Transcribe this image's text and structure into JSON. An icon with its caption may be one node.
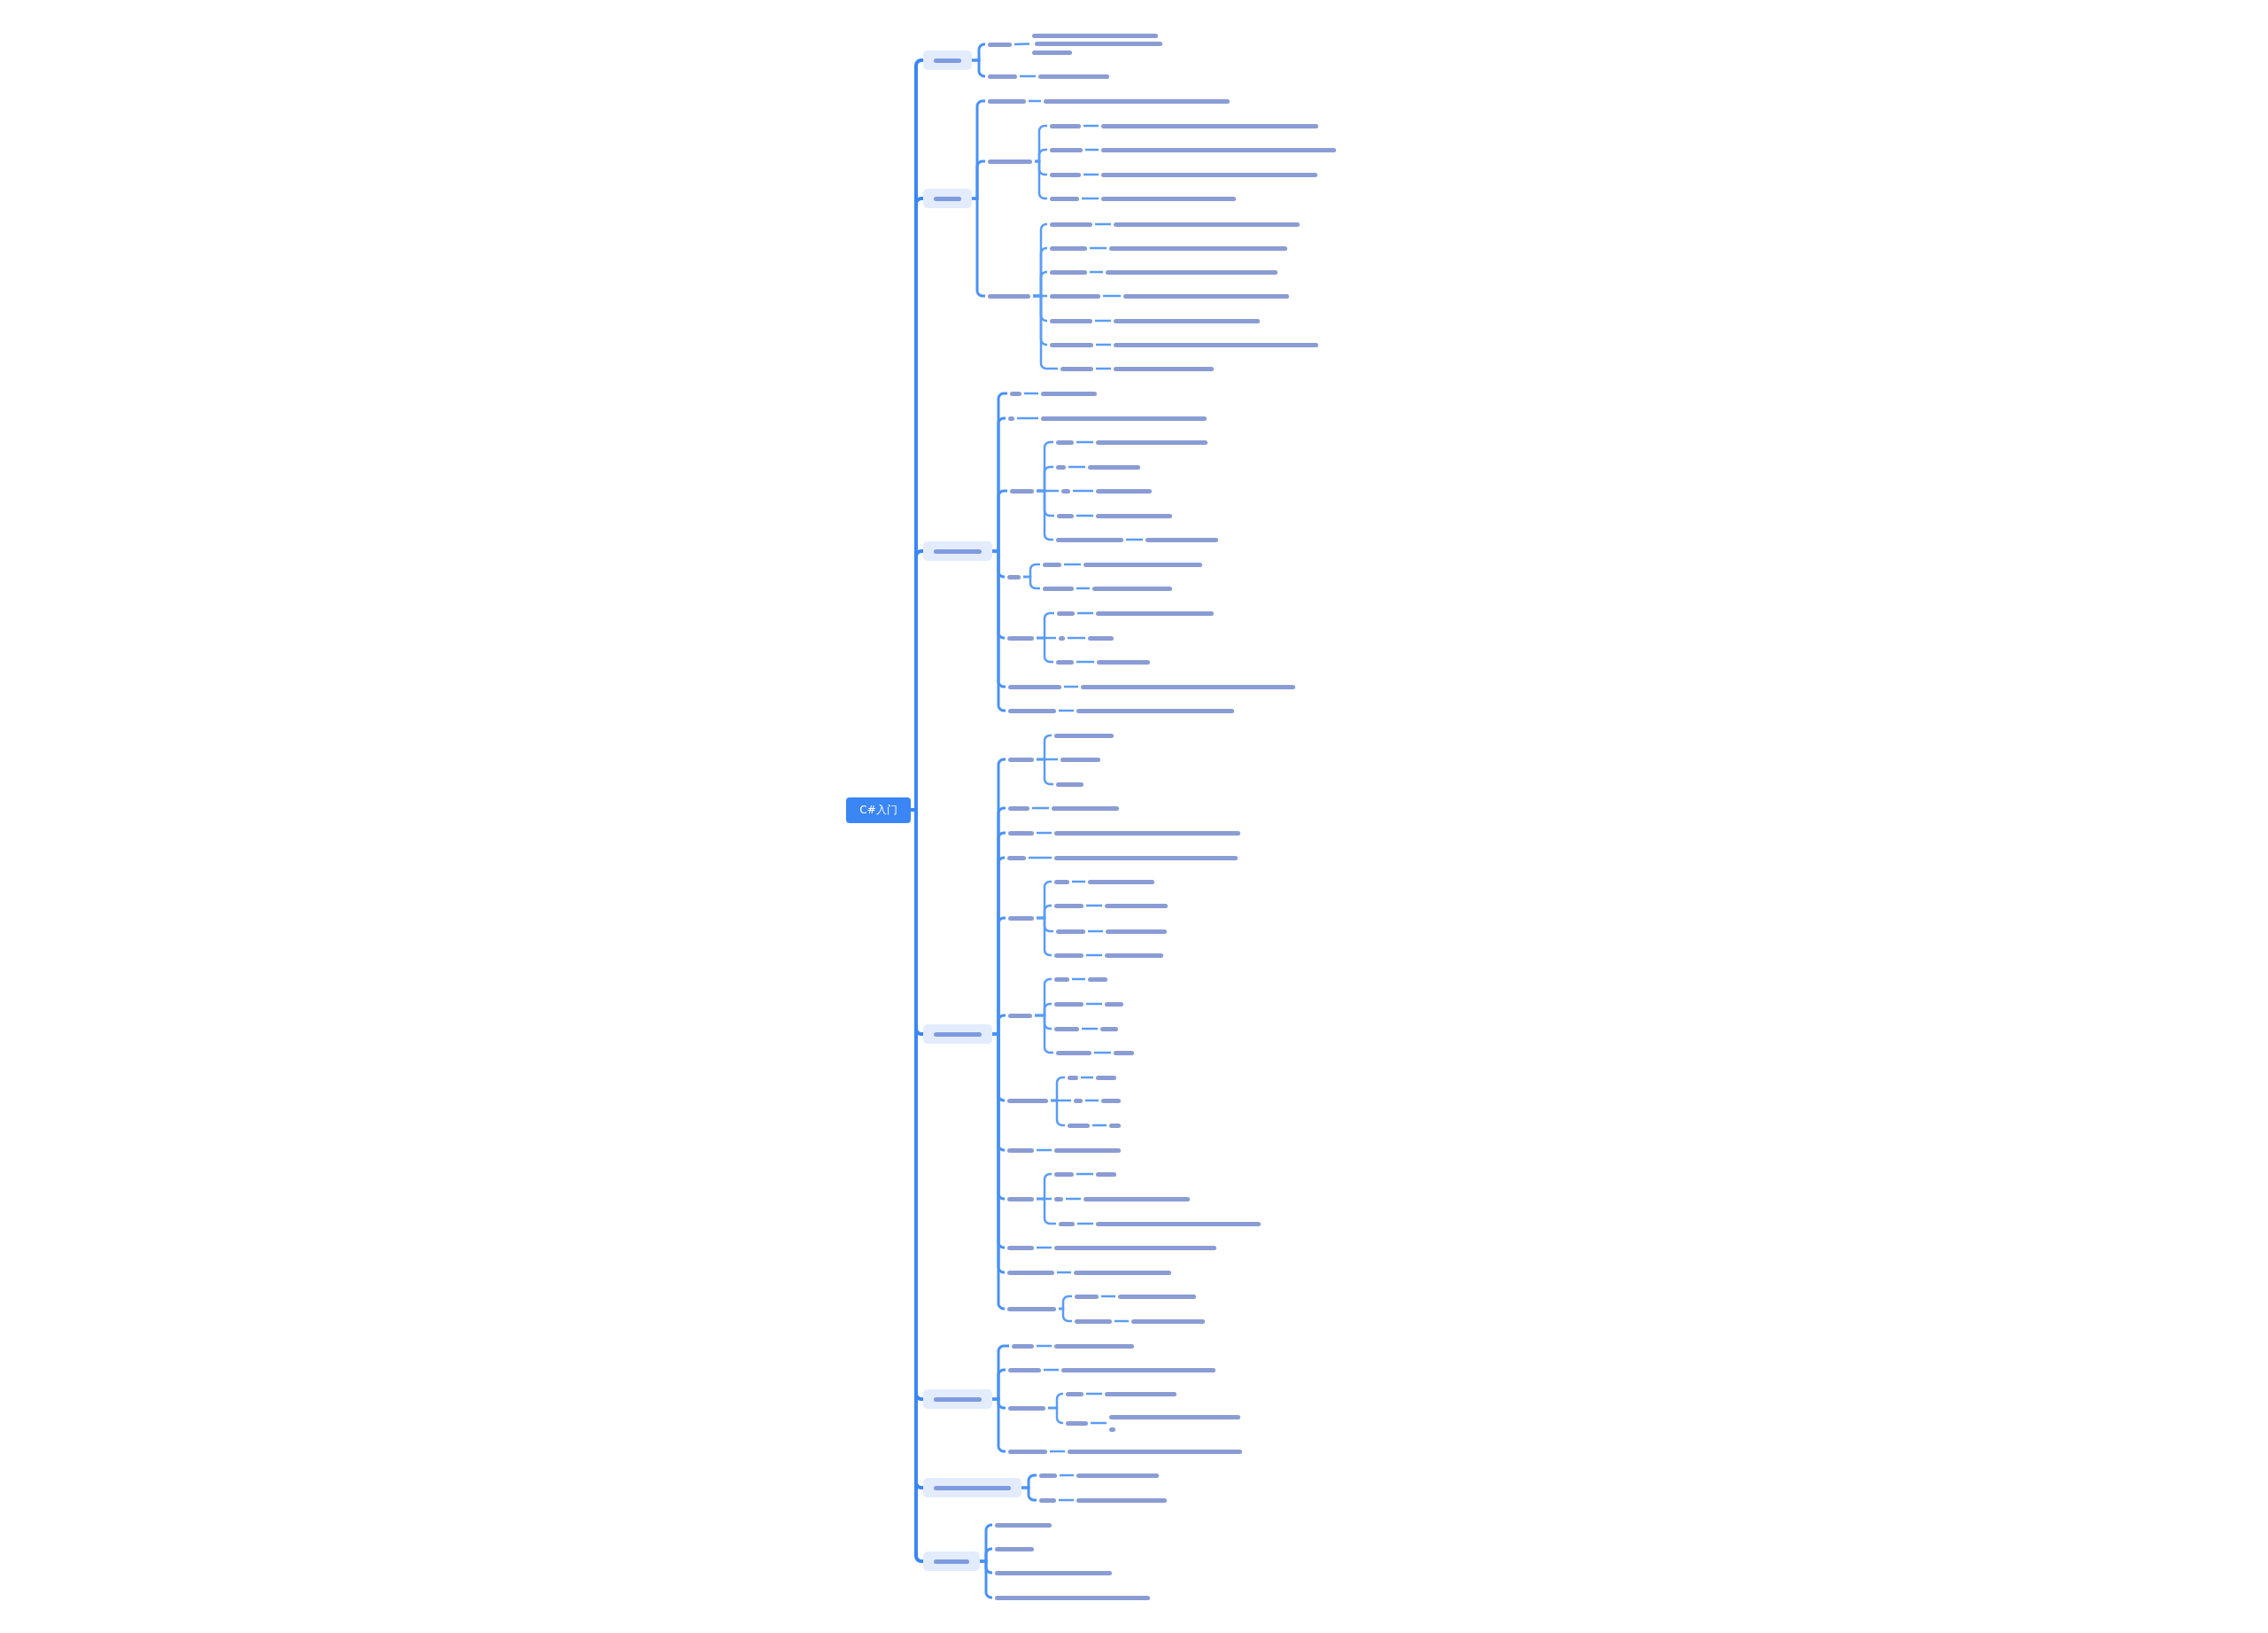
{
  "diagram": {
    "nodes": [
      {
        "text": [
          "C#入门"
        ]
      },
      {
        "text": [],
        "shape": "box"
      },
      {
        "text": [],
        "shape": "bar"
      },
      {
        "text": [],
        "shape": "bar"
      },
      {
        "text": [],
        "shape": "bar"
      },
      {
        "text": [],
        "shape": "bar"
      },
      {
        "text": [],
        "shape": "box"
      },
      {
        "text": [],
        "shape": "bar"
      },
      {
        "text": [],
        "shape": "bar"
      },
      {
        "text": [],
        "shape": "bar"
      },
      {
        "text": [],
        "shape": "bar"
      },
      {
        "text": [],
        "shape": "bar"
      },
      {
        "text": [],
        "shape": "bar"
      },
      {
        "text": [],
        "shape": "bar"
      },
      {
        "text": [],
        "shape": "bar"
      },
      {
        "text": [],
        "shape": "bar"
      },
      {
        "text": [],
        "shape": "bar"
      },
      {
        "text": [],
        "shape": "bar"
      },
      {
        "text": [],
        "shape": "bar"
      },
      {
        "text": [],
        "shape": "bar"
      },
      {
        "text": [],
        "shape": "bar"
      },
      {
        "text": [],
        "shape": "bar"
      },
      {
        "text": [],
        "shape": "bar"
      },
      {
        "text": [],
        "shape": "bar"
      },
      {
        "text": [],
        "shape": "bar"
      },
      {
        "text": [],
        "shape": "bar"
      },
      {
        "text": [],
        "shape": "bar"
      },
      {
        "text": [],
        "shape": "bar"
      },
      {
        "text": [],
        "shape": "bar"
      },
      {
        "text": [],
        "shape": "bar"
      },
      {
        "text": [],
        "shape": "bar"
      },
      {
        "text": [],
        "shape": "bar"
      },
      {
        "text": [],
        "shape": "bar"
      },
      {
        "text": [],
        "shape": "box"
      },
      {
        "text": [],
        "shape": "bar"
      },
      {
        "text": [],
        "shape": "bar"
      },
      {
        "text": [],
        "shape": "bar"
      },
      {
        "text": [],
        "shape": "bar"
      },
      {
        "text": [],
        "shape": "bar"
      },
      {
        "text": [],
        "shape": "bar"
      },
      {
        "text": [],
        "shape": "bar"
      },
      {
        "text": [],
        "shape": "bar"
      },
      {
        "text": [],
        "shape": "bar"
      },
      {
        "text": [],
        "shape": "bar"
      },
      {
        "text": [],
        "shape": "bar"
      },
      {
        "text": [],
        "shape": "bar"
      },
      {
        "text": [],
        "shape": "bar"
      },
      {
        "text": [],
        "shape": "bar"
      },
      {
        "text": [],
        "shape": "bar"
      },
      {
        "text": [],
        "shape": "bar"
      },
      {
        "text": [],
        "shape": "bar"
      },
      {
        "text": [],
        "shape": "bar"
      },
      {
        "text": [],
        "shape": "bar"
      },
      {
        "text": [],
        "shape": "bar"
      },
      {
        "text": [],
        "shape": "bar"
      },
      {
        "text": [],
        "shape": "bar"
      },
      {
        "text": [],
        "shape": "bar"
      },
      {
        "text": [],
        "shape": "bar"
      },
      {
        "text": [],
        "shape": "bar"
      },
      {
        "text": [],
        "shape": "bar"
      },
      {
        "text": [],
        "shape": "bar"
      },
      {
        "text": [],
        "shape": "bar"
      },
      {
        "text": [],
        "shape": "bar"
      },
      {
        "text": [],
        "shape": "bar"
      },
      {
        "text": [],
        "shape": "bar"
      },
      {
        "text": [],
        "shape": "box"
      },
      {
        "text": [],
        "shape": "bar"
      },
      {
        "text": [],
        "shape": "bar"
      },
      {
        "text": [],
        "shape": "bar"
      },
      {
        "text": [],
        "shape": "bar"
      },
      {
        "text": [],
        "shape": "bar"
      },
      {
        "text": [],
        "shape": "bar"
      },
      {
        "text": [],
        "shape": "bar"
      },
      {
        "text": [],
        "shape": "bar"
      },
      {
        "text": [],
        "shape": "bar"
      },
      {
        "text": [],
        "shape": "bar"
      },
      {
        "text": [],
        "shape": "bar"
      },
      {
        "text": [],
        "shape": "bar"
      },
      {
        "text": [],
        "shape": "bar"
      },
      {
        "text": [],
        "shape": "bar"
      },
      {
        "text": [],
        "shape": "bar"
      },
      {
        "text": [],
        "shape": "bar"
      },
      {
        "text": [],
        "shape": "bar"
      },
      {
        "text": [],
        "shape": "bar"
      },
      {
        "text": [],
        "shape": "bar"
      },
      {
        "text": [],
        "shape": "bar"
      },
      {
        "text": [],
        "shape": "bar"
      },
      {
        "text": [],
        "shape": "bar"
      },
      {
        "text": [],
        "shape": "bar"
      },
      {
        "text": [],
        "shape": "bar"
      },
      {
        "text": [],
        "shape": "bar"
      },
      {
        "text": [],
        "shape": "bar"
      },
      {
        "text": [],
        "shape": "bar"
      },
      {
        "text": [],
        "shape": "bar"
      },
      {
        "text": [],
        "shape": "bar"
      },
      {
        "text": [],
        "shape": "bar"
      },
      {
        "text": [],
        "shape": "bar"
      },
      {
        "text": [],
        "shape": "bar"
      },
      {
        "text": [],
        "shape": "bar"
      },
      {
        "text": [],
        "shape": "bar"
      },
      {
        "text": [],
        "shape": "bar"
      },
      {
        "text": [],
        "shape": "bar"
      },
      {
        "text": [],
        "shape": "bar"
      },
      {
        "text": [],
        "shape": "bar"
      },
      {
        "text": [],
        "shape": "bar"
      },
      {
        "text": [],
        "shape": "bar"
      },
      {
        "text": [],
        "shape": "bar"
      },
      {
        "text": [],
        "shape": "bar"
      },
      {
        "text": [],
        "shape": "bar"
      },
      {
        "text": [],
        "shape": "bar"
      },
      {
        "text": [],
        "shape": "bar"
      },
      {
        "text": [],
        "shape": "bar"
      },
      {
        "text": [],
        "shape": "bar"
      },
      {
        "text": [],
        "shape": "bar"
      },
      {
        "text": [],
        "shape": "bar"
      },
      {
        "text": [],
        "shape": "bar"
      },
      {
        "text": [],
        "shape": "bar"
      },
      {
        "text": [],
        "shape": "bar"
      },
      {
        "text": [],
        "shape": "bar"
      },
      {
        "text": [],
        "shape": "box"
      },
      {
        "text": [],
        "shape": "bar"
      },
      {
        "text": [],
        "shape": "bar"
      },
      {
        "text": [],
        "shape": "bar"
      },
      {
        "text": [],
        "shape": "bar"
      },
      {
        "text": [],
        "shape": "bar"
      },
      {
        "text": [],
        "shape": "bar"
      },
      {
        "text": [],
        "shape": "bar"
      },
      {
        "text": [],
        "shape": "bar"
      },
      {
        "text": [],
        "shape": "bar"
      },
      {
        "text": [],
        "shape": "bar"
      },
      {
        "text": [],
        "shape": "bar"
      },
      {
        "text": [],
        "shape": "box"
      },
      {
        "text": [],
        "shape": "bar"
      },
      {
        "text": [],
        "shape": "bar"
      },
      {
        "text": [],
        "shape": "bar"
      },
      {
        "text": [],
        "shape": "bar"
      },
      {
        "text": [],
        "shape": "box"
      },
      {
        "text": [],
        "shape": "bar"
      },
      {
        "text": [],
        "shape": "bar"
      },
      {
        "text": [],
        "shape": "bar"
      },
      {
        "text": [],
        "shape": "bar"
      }
    ],
    "edges": [
      {
        "from": 0,
        "to": 1,
        "arrow": "none"
      },
      {
        "from": 1,
        "to": 2,
        "arrow": "none"
      },
      {
        "from": 2,
        "to": 3,
        "arrow": "none"
      },
      {
        "from": 1,
        "to": 4,
        "arrow": "none"
      },
      {
        "from": 4,
        "to": 5,
        "arrow": "none"
      },
      {
        "from": 0,
        "to": 6,
        "arrow": "none"
      },
      {
        "from": 6,
        "to": 7,
        "arrow": "none"
      },
      {
        "from": 7,
        "to": 8,
        "arrow": "none"
      },
      {
        "from": 6,
        "to": 9,
        "arrow": "none"
      },
      {
        "from": 9,
        "to": 10,
        "arrow": "none"
      },
      {
        "from": 10,
        "to": 11,
        "arrow": "none"
      },
      {
        "from": 9,
        "to": 12,
        "arrow": "none"
      },
      {
        "from": 12,
        "to": 13,
        "arrow": "none"
      },
      {
        "from": 9,
        "to": 14,
        "arrow": "none"
      },
      {
        "from": 14,
        "to": 15,
        "arrow": "none"
      },
      {
        "from": 9,
        "to": 16,
        "arrow": "none"
      },
      {
        "from": 16,
        "to": 17,
        "arrow": "none"
      },
      {
        "from": 6,
        "to": 18,
        "arrow": "none"
      },
      {
        "from": 18,
        "to": 19,
        "arrow": "none"
      },
      {
        "from": 19,
        "to": 20,
        "arrow": "none"
      },
      {
        "from": 18,
        "to": 21,
        "arrow": "none"
      },
      {
        "from": 21,
        "to": 22,
        "arrow": "none"
      },
      {
        "from": 18,
        "to": 23,
        "arrow": "none"
      },
      {
        "from": 23,
        "to": 24,
        "arrow": "none"
      },
      {
        "from": 18,
        "to": 25,
        "arrow": "none"
      },
      {
        "from": 25,
        "to": 26,
        "arrow": "none"
      },
      {
        "from": 18,
        "to": 27,
        "arrow": "none"
      },
      {
        "from": 27,
        "to": 28,
        "arrow": "none"
      },
      {
        "from": 18,
        "to": 29,
        "arrow": "none"
      },
      {
        "from": 29,
        "to": 30,
        "arrow": "none"
      },
      {
        "from": 18,
        "to": 31,
        "arrow": "none"
      },
      {
        "from": 31,
        "to": 32,
        "arrow": "none"
      },
      {
        "from": 0,
        "to": 33,
        "arrow": "none"
      },
      {
        "from": 33,
        "to": 34,
        "arrow": "none"
      },
      {
        "from": 34,
        "to": 35,
        "arrow": "none"
      },
      {
        "from": 33,
        "to": 36,
        "arrow": "none"
      },
      {
        "from": 36,
        "to": 37,
        "arrow": "none"
      },
      {
        "from": 33,
        "to": 38,
        "arrow": "none"
      },
      {
        "from": 38,
        "to": 39,
        "arrow": "none"
      },
      {
        "from": 39,
        "to": 40,
        "arrow": "none"
      },
      {
        "from": 38,
        "to": 41,
        "arrow": "none"
      },
      {
        "from": 41,
        "to": 42,
        "arrow": "none"
      },
      {
        "from": 38,
        "to": 43,
        "arrow": "none"
      },
      {
        "from": 43,
        "to": 44,
        "arrow": "none"
      },
      {
        "from": 38,
        "to": 45,
        "arrow": "none"
      },
      {
        "from": 45,
        "to": 46,
        "arrow": "none"
      },
      {
        "from": 38,
        "to": 47,
        "arrow": "none"
      },
      {
        "from": 47,
        "to": 48,
        "arrow": "none"
      },
      {
        "from": 33,
        "to": 49,
        "arrow": "none"
      },
      {
        "from": 49,
        "to": 50,
        "arrow": "none"
      },
      {
        "from": 50,
        "to": 51,
        "arrow": "none"
      },
      {
        "from": 49,
        "to": 52,
        "arrow": "none"
      },
      {
        "from": 52,
        "to": 53,
        "arrow": "none"
      },
      {
        "from": 33,
        "to": 54,
        "arrow": "none"
      },
      {
        "from": 54,
        "to": 55,
        "arrow": "none"
      },
      {
        "from": 55,
        "to": 56,
        "arrow": "none"
      },
      {
        "from": 54,
        "to": 57,
        "arrow": "none"
      },
      {
        "from": 57,
        "to": 58,
        "arrow": "none"
      },
      {
        "from": 54,
        "to": 59,
        "arrow": "none"
      },
      {
        "from": 59,
        "to": 60,
        "arrow": "none"
      },
      {
        "from": 33,
        "to": 61,
        "arrow": "none"
      },
      {
        "from": 61,
        "to": 62,
        "arrow": "none"
      },
      {
        "from": 33,
        "to": 63,
        "arrow": "none"
      },
      {
        "from": 63,
        "to": 64,
        "arrow": "none"
      },
      {
        "from": 0,
        "to": 65,
        "arrow": "none"
      },
      {
        "from": 65,
        "to": 66,
        "arrow": "none"
      },
      {
        "from": 66,
        "to": 67,
        "arrow": "none"
      },
      {
        "from": 66,
        "to": 68,
        "arrow": "none"
      },
      {
        "from": 66,
        "to": 69,
        "arrow": "none"
      },
      {
        "from": 65,
        "to": 70,
        "arrow": "none"
      },
      {
        "from": 70,
        "to": 71,
        "arrow": "none"
      },
      {
        "from": 65,
        "to": 72,
        "arrow": "none"
      },
      {
        "from": 72,
        "to": 73,
        "arrow": "none"
      },
      {
        "from": 65,
        "to": 74,
        "arrow": "none"
      },
      {
        "from": 74,
        "to": 75,
        "arrow": "none"
      },
      {
        "from": 65,
        "to": 76,
        "arrow": "none"
      },
      {
        "from": 76,
        "to": 77,
        "arrow": "none"
      },
      {
        "from": 77,
        "to": 78,
        "arrow": "none"
      },
      {
        "from": 76,
        "to": 79,
        "arrow": "none"
      },
      {
        "from": 79,
        "to": 80,
        "arrow": "none"
      },
      {
        "from": 76,
        "to": 81,
        "arrow": "none"
      },
      {
        "from": 81,
        "to": 82,
        "arrow": "none"
      },
      {
        "from": 76,
        "to": 83,
        "arrow": "none"
      },
      {
        "from": 83,
        "to": 84,
        "arrow": "none"
      },
      {
        "from": 65,
        "to": 85,
        "arrow": "none"
      },
      {
        "from": 85,
        "to": 86,
        "arrow": "none"
      },
      {
        "from": 86,
        "to": 87,
        "arrow": "none"
      },
      {
        "from": 85,
        "to": 88,
        "arrow": "none"
      },
      {
        "from": 88,
        "to": 89,
        "arrow": "none"
      },
      {
        "from": 85,
        "to": 90,
        "arrow": "none"
      },
      {
        "from": 90,
        "to": 91,
        "arrow": "none"
      },
      {
        "from": 85,
        "to": 92,
        "arrow": "none"
      },
      {
        "from": 92,
        "to": 93,
        "arrow": "none"
      },
      {
        "from": 65,
        "to": 94,
        "arrow": "none"
      },
      {
        "from": 94,
        "to": 95,
        "arrow": "none"
      },
      {
        "from": 95,
        "to": 96,
        "arrow": "none"
      },
      {
        "from": 94,
        "to": 97,
        "arrow": "none"
      },
      {
        "from": 97,
        "to": 98,
        "arrow": "none"
      },
      {
        "from": 94,
        "to": 99,
        "arrow": "none"
      },
      {
        "from": 99,
        "to": 100,
        "arrow": "none"
      },
      {
        "from": 65,
        "to": 101,
        "arrow": "none"
      },
      {
        "from": 101,
        "to": 102,
        "arrow": "none"
      },
      {
        "from": 65,
        "to": 103,
        "arrow": "none"
      },
      {
        "from": 103,
        "to": 104,
        "arrow": "none"
      },
      {
        "from": 104,
        "to": 105,
        "arrow": "none"
      },
      {
        "from": 103,
        "to": 106,
        "arrow": "none"
      },
      {
        "from": 106,
        "to": 107,
        "arrow": "none"
      },
      {
        "from": 103,
        "to": 108,
        "arrow": "none"
      },
      {
        "from": 108,
        "to": 109,
        "arrow": "none"
      },
      {
        "from": 65,
        "to": 110,
        "arrow": "none"
      },
      {
        "from": 110,
        "to": 111,
        "arrow": "none"
      },
      {
        "from": 65,
        "to": 112,
        "arrow": "none"
      },
      {
        "from": 112,
        "to": 113,
        "arrow": "none"
      },
      {
        "from": 65,
        "to": 114,
        "arrow": "none"
      },
      {
        "from": 114,
        "to": 115,
        "arrow": "none"
      },
      {
        "from": 115,
        "to": 116,
        "arrow": "none"
      },
      {
        "from": 114,
        "to": 117,
        "arrow": "none"
      },
      {
        "from": 117,
        "to": 118,
        "arrow": "none"
      },
      {
        "from": 0,
        "to": 119,
        "arrow": "none"
      },
      {
        "from": 119,
        "to": 120,
        "arrow": "none"
      },
      {
        "from": 120,
        "to": 121,
        "arrow": "none"
      },
      {
        "from": 119,
        "to": 122,
        "arrow": "none"
      },
      {
        "from": 122,
        "to": 123,
        "arrow": "none"
      },
      {
        "from": 119,
        "to": 124,
        "arrow": "none"
      },
      {
        "from": 124,
        "to": 125,
        "arrow": "none"
      },
      {
        "from": 125,
        "to": 126,
        "arrow": "none"
      },
      {
        "from": 124,
        "to": 127,
        "arrow": "none"
      },
      {
        "from": 127,
        "to": 128,
        "arrow": "none"
      },
      {
        "from": 119,
        "to": 129,
        "arrow": "none"
      },
      {
        "from": 129,
        "to": 130,
        "arrow": "none"
      },
      {
        "from": 0,
        "to": 131,
        "arrow": "none"
      },
      {
        "from": 131,
        "to": 132,
        "arrow": "none"
      },
      {
        "from": 132,
        "to": 133,
        "arrow": "none"
      },
      {
        "from": 131,
        "to": 134,
        "arrow": "none"
      },
      {
        "from": 134,
        "to": 135,
        "arrow": "none"
      },
      {
        "from": 0,
        "to": 136,
        "arrow": "none"
      },
      {
        "from": 136,
        "to": 137,
        "arrow": "none"
      },
      {
        "from": 136,
        "to": 138,
        "arrow": "none"
      },
      {
        "from": 136,
        "to": 139,
        "arrow": "none"
      },
      {
        "from": 136,
        "to": 140,
        "arrow": "none"
      }
    ]
  }
}
